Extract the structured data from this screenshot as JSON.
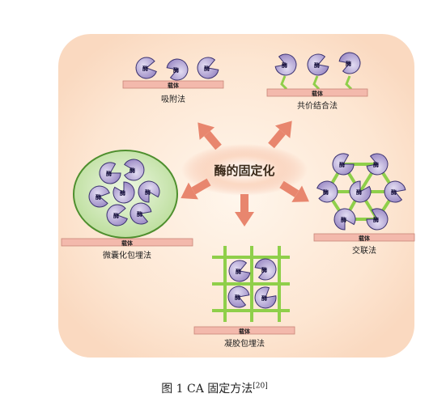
{
  "center_label": "酶的固定化",
  "enzyme_label": "酶",
  "carrier_label": "载体",
  "methods": {
    "adsorption": "吸附法",
    "covalent": "共价结合法",
    "microcapsule": "微囊化包埋法",
    "crosslink": "交联法",
    "gel": "凝胶包埋法"
  },
  "caption": {
    "text": "图 1 CA 固定方法",
    "ref": "[20]"
  },
  "colors": {
    "background_glow": "#fbe3cf",
    "carrier": "#f3b9ac",
    "enzyme": "#b4a6d4",
    "linker": "#8fcf4a",
    "capsule": "#cfe7b8",
    "arrow": "#e8866e"
  }
}
